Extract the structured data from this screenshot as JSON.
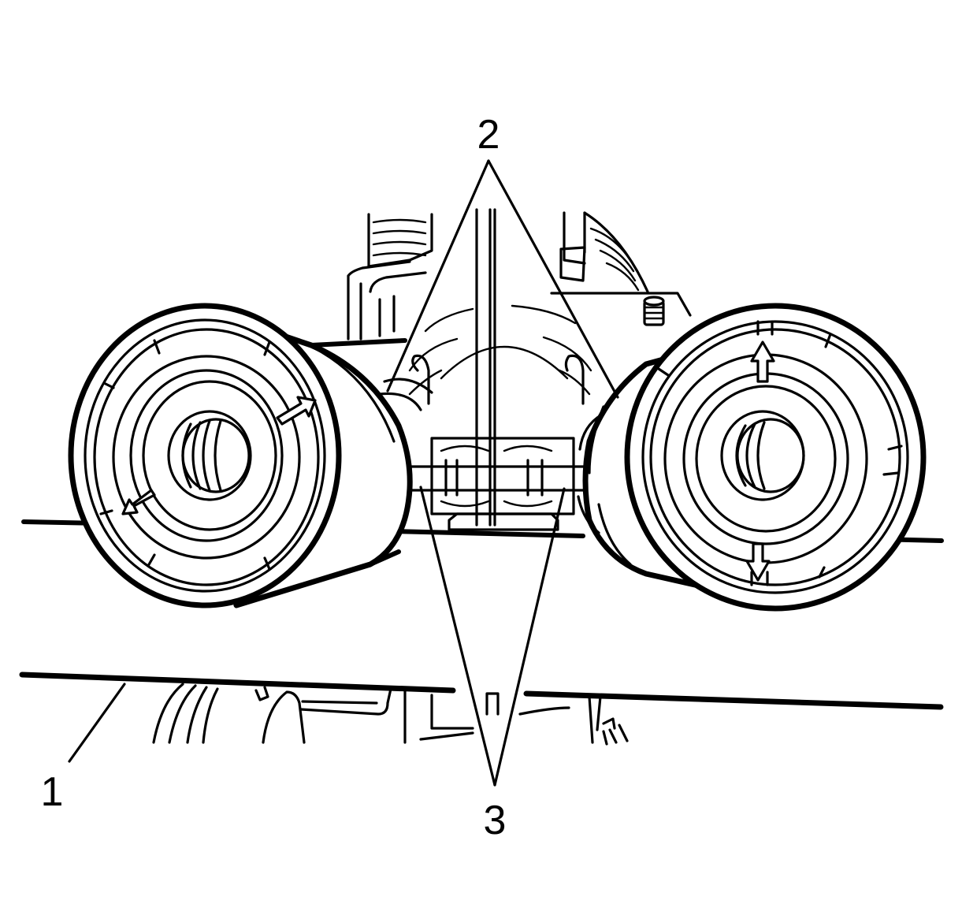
{
  "callouts": {
    "one": "1",
    "two": "2",
    "three": "3"
  },
  "colors": {
    "ink": "#000000",
    "paper": "#ffffff"
  }
}
